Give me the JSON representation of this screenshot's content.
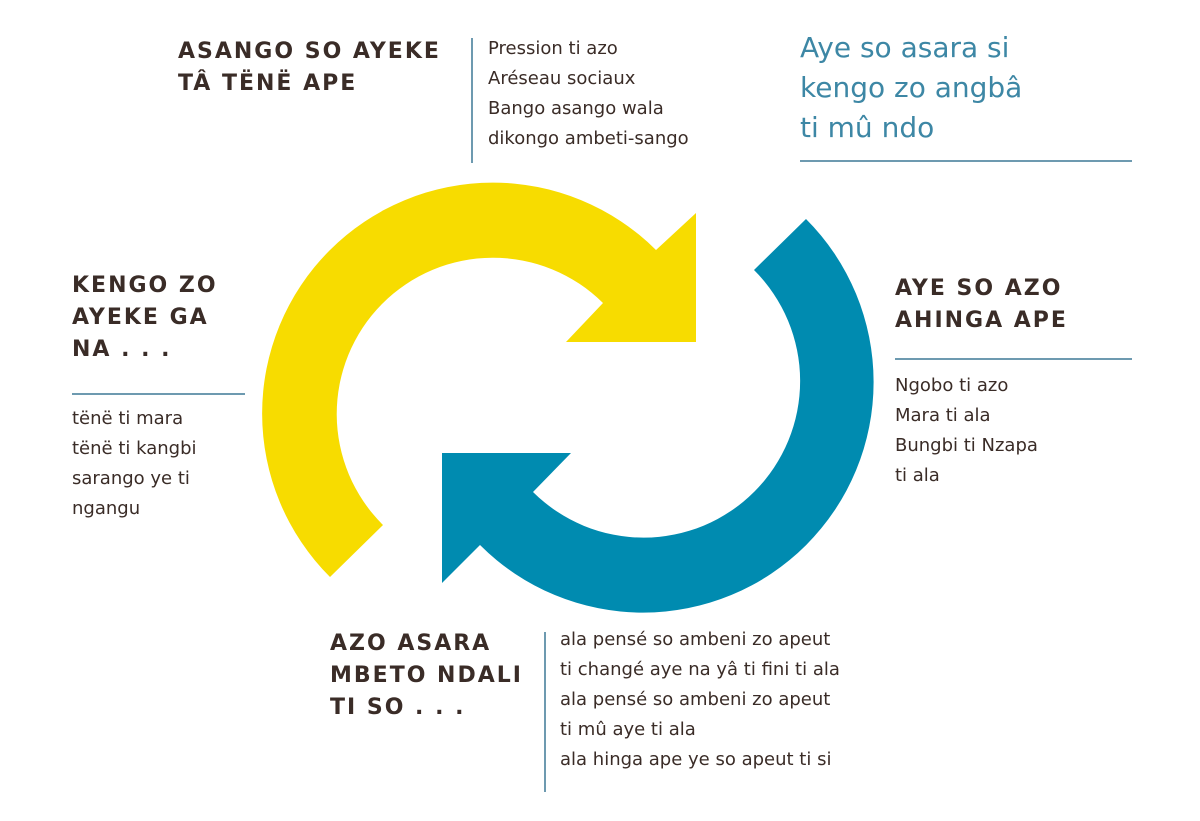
{
  "colors": {
    "yellow_arrow": "#f7dc00",
    "blue_arrow": "#008bb0",
    "text": "#3a2c27",
    "accent": "#3d87a5"
  },
  "top_left": {
    "heading": [
      "ASANGO SO AYEKE",
      "TÂ TËNË APE"
    ],
    "items": [
      "Pression ti azo",
      "Aréseau sociaux",
      "Bango asango wala",
      "dikongo ambeti-sango"
    ]
  },
  "top_right": {
    "lead": [
      "Aye so asara si",
      "kengo zo angbâ",
      "ti mû ndo"
    ]
  },
  "left": {
    "heading": [
      "KENGO ZO",
      "AYEKE GA",
      "NA . . ."
    ],
    "items": [
      "tënë ti mara",
      "tënë ti kangbi",
      "sarango ye ti",
      "ngangu"
    ]
  },
  "right": {
    "heading": [
      "AYE SO AZO",
      "AHINGA APE"
    ],
    "items": [
      "Ngobo ti azo",
      "Mara ti ala",
      "Bungbi ti Nzapa",
      "ti ala"
    ]
  },
  "bottom": {
    "heading": [
      "AZO ASARA",
      "MBETO NDALI",
      "TI SO . . ."
    ],
    "items": [
      "ala pensé so ambeni zo apeut",
      "ti changé aye na yâ ti fini ti ala",
      "ala pensé so ambeni zo apeut",
      "ti mû aye ti ala",
      "ala hinga ape ye so apeut ti si"
    ]
  },
  "diagram": {
    "type": "cycle",
    "arrows": [
      "yellow-clockwise-top",
      "blue-clockwise-bottom"
    ]
  }
}
